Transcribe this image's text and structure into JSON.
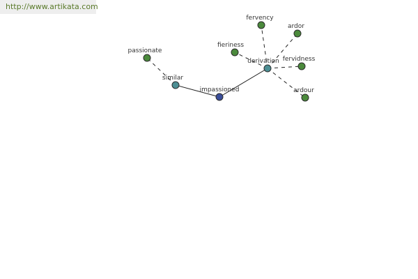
{
  "source_link": "http://www.artikata.com",
  "colors": {
    "center_node": "#3a4e9a",
    "relation_node": "#4d8f94",
    "word_node": "#4b8a3c",
    "node_stroke": "#2c2c2c",
    "link_text": "#5a7a2a"
  },
  "nodes": {
    "center": {
      "label": "impassioned",
      "type": "center"
    },
    "similar": {
      "label": "similar",
      "type": "relation"
    },
    "derivation": {
      "label": "derivation",
      "type": "relation"
    },
    "passionate": {
      "label": "passionate",
      "type": "word"
    },
    "fieriness": {
      "label": "fieriness",
      "type": "word"
    },
    "fervency": {
      "label": "fervency",
      "type": "word"
    },
    "ardor": {
      "label": "ardor",
      "type": "word"
    },
    "fervidness": {
      "label": "fervidness",
      "type": "word"
    },
    "ardour": {
      "label": "ardour",
      "type": "word"
    }
  },
  "edges": [
    {
      "from": "center",
      "to": "similar",
      "style": "solid"
    },
    {
      "from": "center",
      "to": "derivation",
      "style": "solid"
    },
    {
      "from": "similar",
      "to": "passionate",
      "style": "dashed"
    },
    {
      "from": "derivation",
      "to": "fieriness",
      "style": "dashed"
    },
    {
      "from": "derivation",
      "to": "fervency",
      "style": "dashed"
    },
    {
      "from": "derivation",
      "to": "ardor",
      "style": "dashed"
    },
    {
      "from": "derivation",
      "to": "fervidness",
      "style": "dashed"
    },
    {
      "from": "derivation",
      "to": "ardour",
      "style": "dashed"
    }
  ]
}
